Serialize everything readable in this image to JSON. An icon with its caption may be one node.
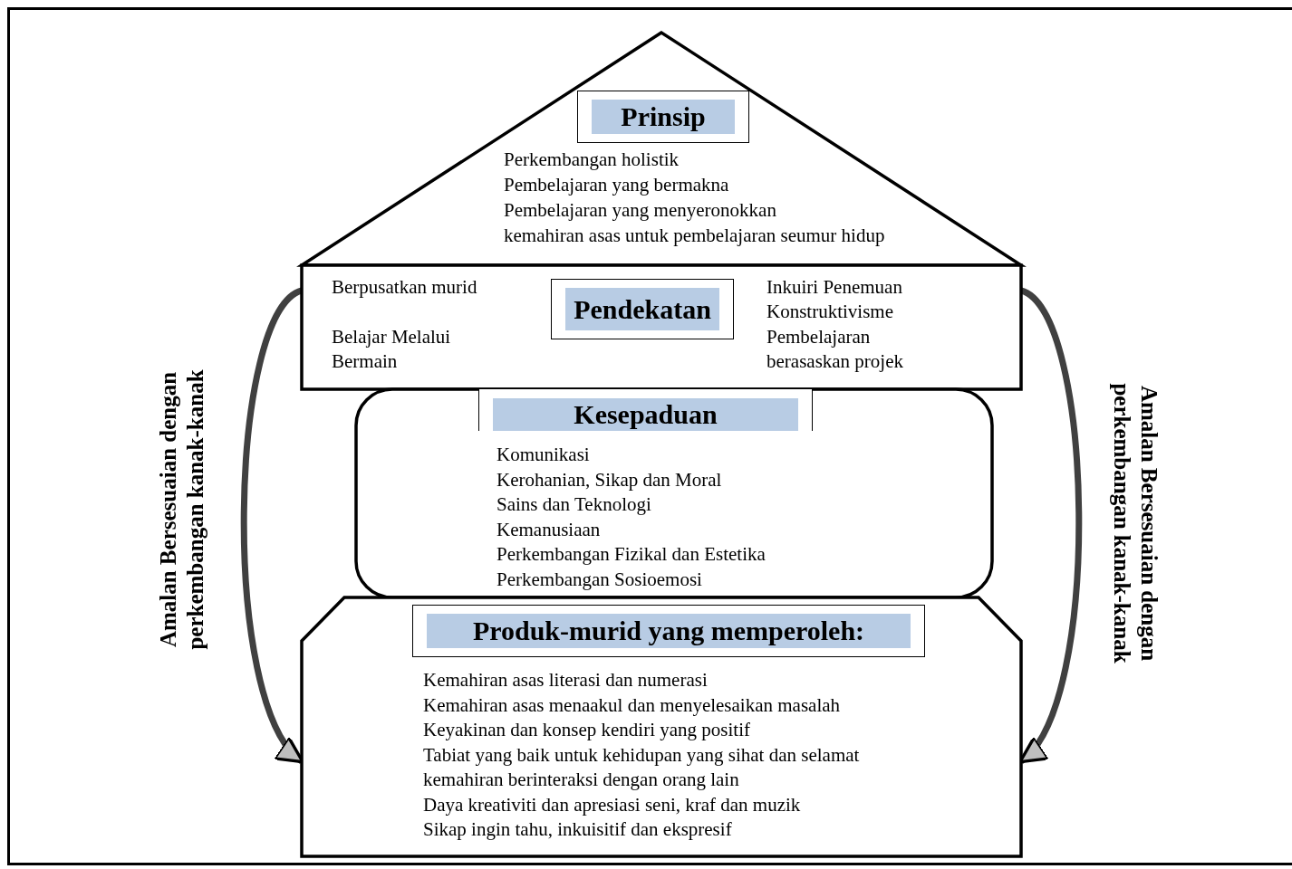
{
  "diagram": {
    "nodes": [
      {
        "text": [
          "Prinsip",
          "Perkembangan holistik",
          "Pembelajaran yang bermakna",
          "Pembelajaran yang menyeronokkan",
          "kemahiran asas untuk pembelajaran seumur hidup"
        ]
      },
      {
        "text": [
          "Pendekatan",
          "Berpusatkan murid",
          "Belajar Melalui Bermain",
          "Inkuiri Penemuan",
          "Konstruktivisme",
          "Pembelajaran berasaskan projek"
        ]
      },
      {
        "text": [
          "Kesepaduan",
          "Komunikasi",
          "Kerohanian, Sikap dan Moral",
          "Sains dan Teknologi",
          "Kemanusiaan",
          "Perkembangan Fizikal dan Estetika",
          "Perkembangan Sosioemosi"
        ]
      },
      {
        "text": [
          "Produk-murid yang memperoleh:",
          "Kemahiran asas literasi dan numerasi",
          "Kemahiran asas menaakul dan menyelesaikan masalah",
          "Keyakinan dan konsep kendiri yang positif",
          "Tabiat yang baik untuk kehidupan yang sihat dan selamat",
          "kemahiran berinteraksi dengan orang lain",
          "Daya kreativiti dan apresiasi seni, kraf dan muzik",
          "Sikap ingin tahu, inkuisitif dan ekspresif"
        ]
      }
    ],
    "edges": [
      {
        "from": 1,
        "to": 3,
        "arrow": "to"
      },
      {
        "from": 1,
        "to": 3,
        "arrow": "to"
      }
    ],
    "labels": [
      "Amalan Bersesuaian dengan perkembangan kanak-kanak",
      "Amalan Bersesuaian dengan perkembangan kanak-kanak"
    ]
  }
}
